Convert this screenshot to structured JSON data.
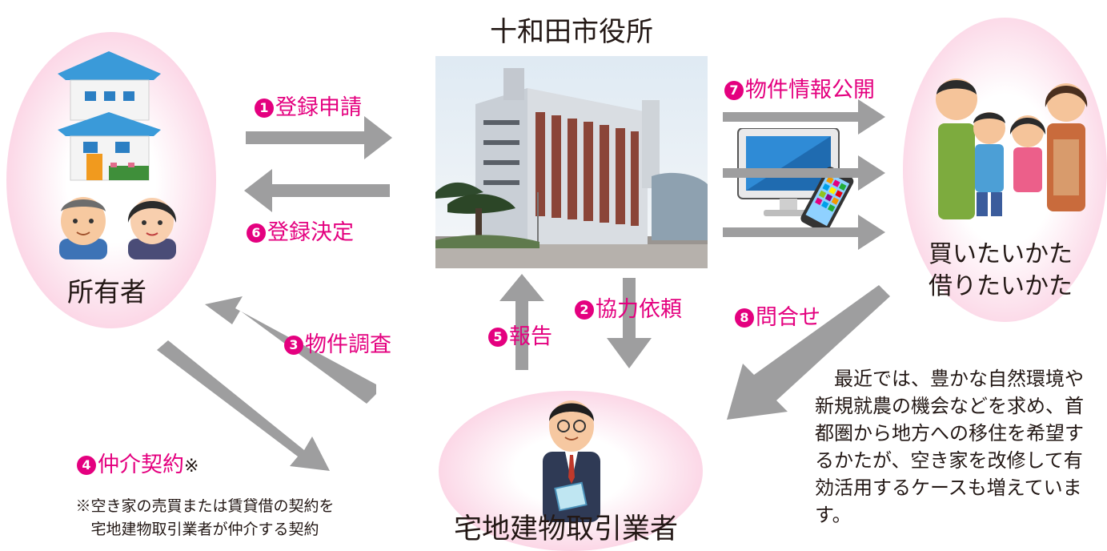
{
  "city_hall": {
    "title": "十和田市役所"
  },
  "owner": {
    "label": "所有者"
  },
  "buyer": {
    "label_line1": "買いたいかた",
    "label_line2": "借りたいかた"
  },
  "agent": {
    "label": "宅地建物取引業者"
  },
  "steps": [
    {
      "num": "1",
      "text": "登録申請"
    },
    {
      "num": "2",
      "text": "協力依頼"
    },
    {
      "num": "3",
      "text": "物件調査"
    },
    {
      "num": "4",
      "text": "仲介契約"
    },
    {
      "num": "5",
      "text": "報告"
    },
    {
      "num": "6",
      "text": "登録決定"
    },
    {
      "num": "7",
      "text": "物件情報公開"
    },
    {
      "num": "8",
      "text": "問合せ"
    }
  ],
  "step4_mark": "※",
  "footnote": {
    "line1": "※空き家の売買または賃貸借の契約を",
    "line2": "宅地建物取引業者が仲介する契約"
  },
  "paragraph": {
    "lines": [
      "　最近では、豊かな自然環境や",
      "新規就農の機会などを求め、首",
      "都圏から地方への移住を希望す",
      "るかたが、空き家を改修して有",
      "効活用するケースも増えていま",
      "す。"
    ]
  },
  "colors": {
    "accent": "#e4007f",
    "arrow": "#9e9e9f",
    "blob": "#fbd3e4"
  }
}
